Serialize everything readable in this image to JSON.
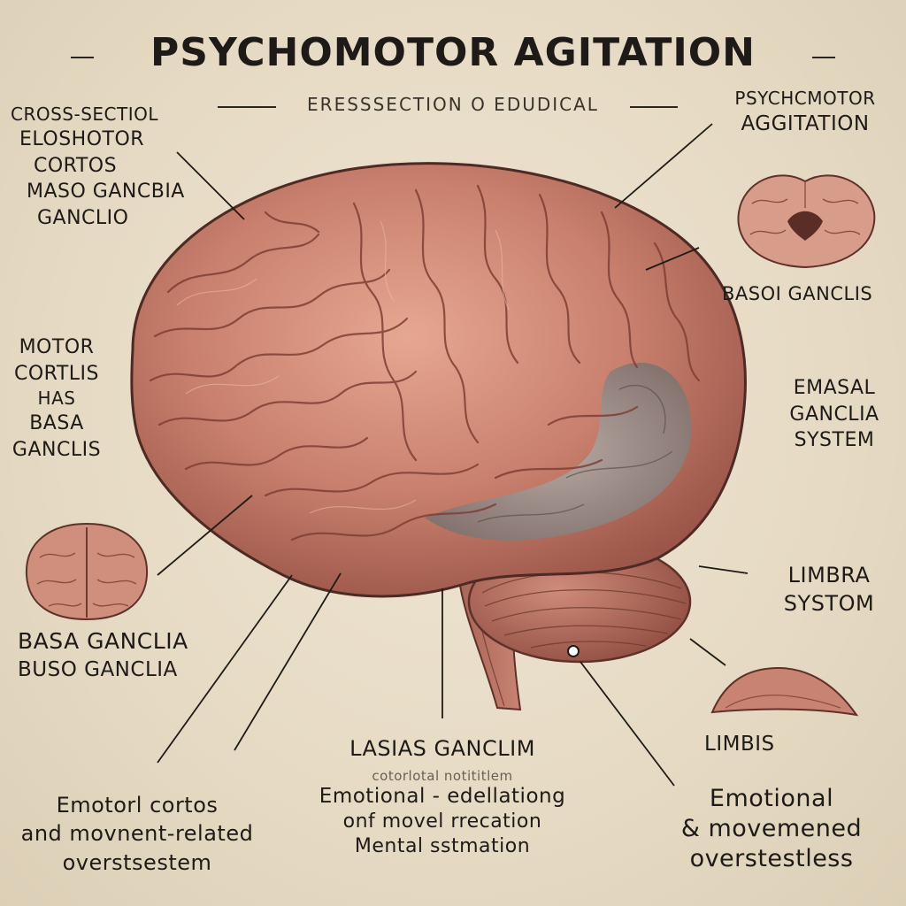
{
  "title": "PSYCHOMOTOR AGITATION",
  "subtitle": "ERESSSECTION O EDUDICAL",
  "labels": {
    "top_left": {
      "line1": "CROSS-SECTIOL",
      "line2": "ELOSHOTOR",
      "line3": "CORTOS",
      "line4": "MASO GANCBIA",
      "line5": "GANCLIO"
    },
    "mid_left": {
      "line1": "MOTOR",
      "line2": "CORTLIS",
      "line3": "HAS",
      "line4": "BASA",
      "line5": "GANCLIS"
    },
    "left_lower": {
      "line1": "BASA GANCLIA",
      "line2": "BUSO GANCLIA"
    },
    "bottom_left": {
      "line1": "Emotorl cortos",
      "line2": "and movnent-related",
      "line3": "overstsestem"
    },
    "bottom_center": {
      "line1": "LASIAS GANCLIM",
      "line2": "cotorlotal notititlem",
      "line3": "Emotional ‐ edellationg",
      "line4": "onf movel rrecation",
      "line5": "Mental sstmation"
    },
    "bottom_right": {
      "line1": "Emotional",
      "line2": "& movemened",
      "line3": "overstestless"
    },
    "top_right": {
      "line1": "PSYCHCMOTOR",
      "line2": "AGGITATION"
    },
    "right_basal": "BASOI GANCLIS",
    "right_system": {
      "line1": "EMASAL",
      "line2": "GANCLIA",
      "line3": "SYSTEM"
    },
    "right_limbic": {
      "line1": "LIMBRA",
      "line2": "SYSTOM"
    },
    "right_limbis": "LIMBIS"
  }
}
